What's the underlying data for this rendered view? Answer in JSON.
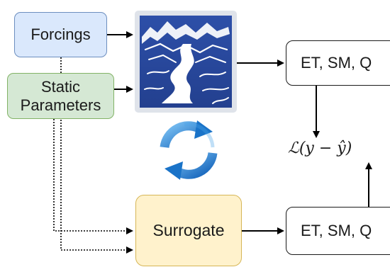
{
  "nodes": {
    "forcings": "Forcings",
    "static_parameters": "Static\nParameters",
    "surrogate": "Surrogate",
    "outputs_top": "ET, SM, Q",
    "outputs_bottom": "ET, SM, Q"
  },
  "loss": "ℒ(y − ŷ)",
  "icons": {
    "model": "river-landscape-icon",
    "cycle": "refresh-cycle-icon"
  },
  "colors": {
    "forcings_fill": "#dae8fc",
    "static_fill": "#d5e8d4",
    "surrogate_fill": "#fff2cc",
    "model_tile": "#2b4aa0",
    "cycle_blue": "#1a73c8"
  }
}
